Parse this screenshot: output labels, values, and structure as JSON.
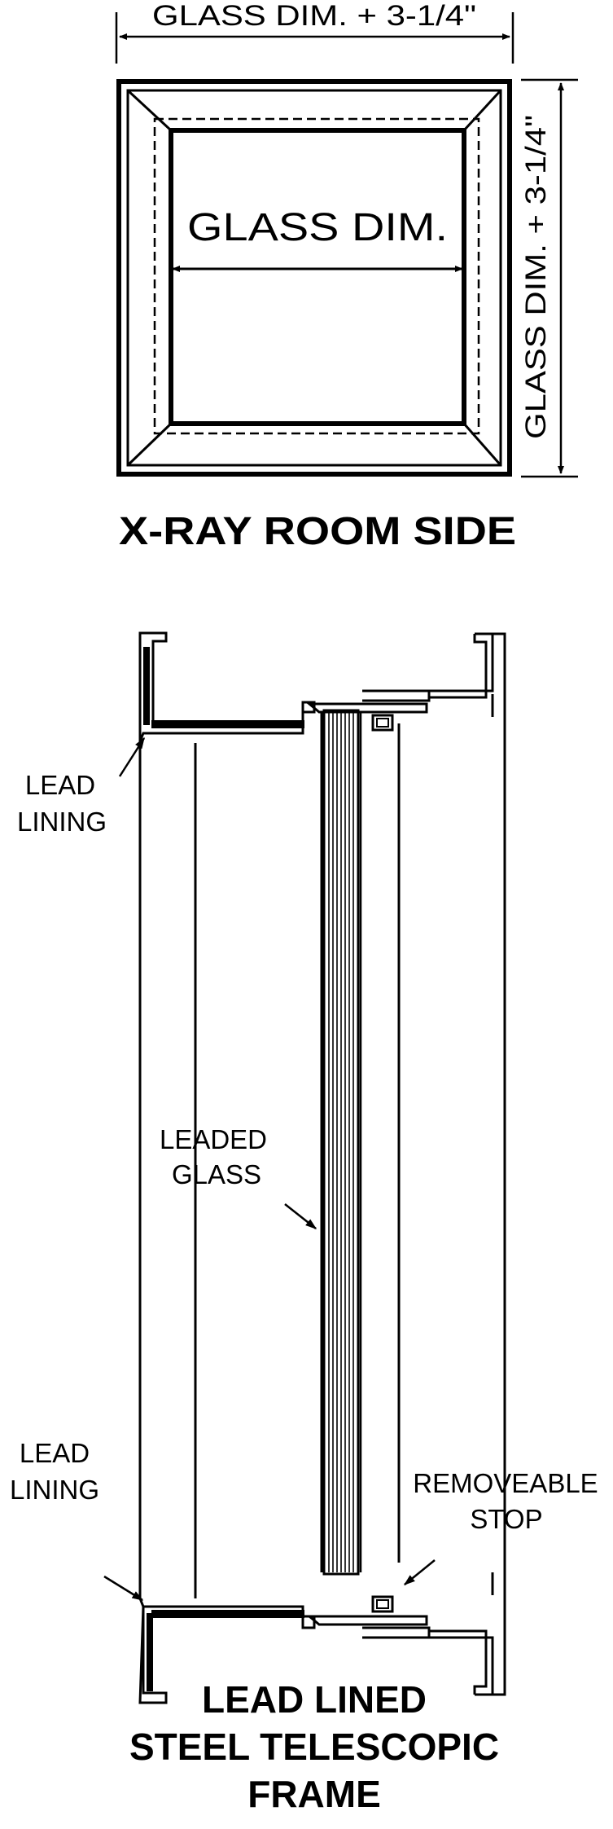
{
  "top_view": {
    "width_dim": "GLASS DIM. + 3-1/4\"",
    "height_dim": "GLASS DIM. + 3-1/4\"",
    "glass_dim": "GLASS DIM.",
    "caption": "X-RAY ROOM SIDE"
  },
  "section_view": {
    "lead_lining_top": [
      "LEAD",
      "LINING"
    ],
    "leaded_glass": [
      "LEADED",
      "GLASS"
    ],
    "lead_lining_bottom": [
      "LEAD",
      "LINING"
    ],
    "removeable_stop": [
      "REMOVEABLE",
      "STOP"
    ],
    "caption": [
      "LEAD LINED",
      "STEEL TELESCOPIC",
      "FRAME"
    ]
  }
}
